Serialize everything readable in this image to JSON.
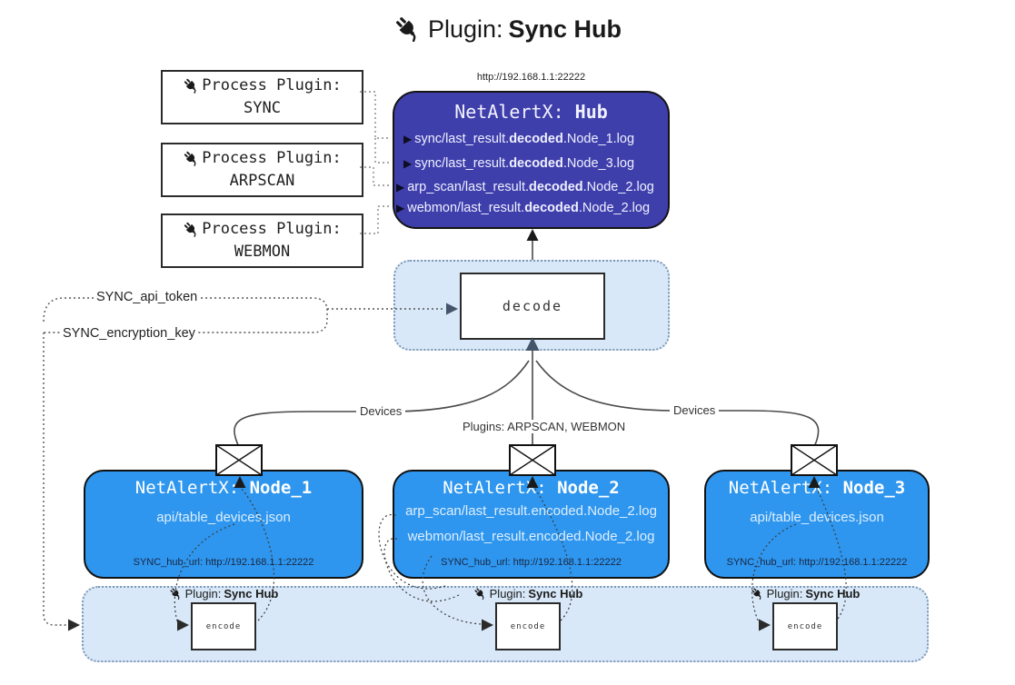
{
  "title": {
    "label": "Plugin:",
    "bold": "Sync Hub"
  },
  "hub": {
    "url": "http://192.168.1.1:22222",
    "name_prefix": "NetAlertX:",
    "name_bold": "Hub",
    "entry_arrow": "▶",
    "entries": [
      {
        "pre": "sync/last_result.",
        "bold": "decoded",
        "post": ".Node_1.log"
      },
      {
        "pre": "sync/last_result.",
        "bold": "decoded",
        "post": ".Node_3.log"
      },
      {
        "pre": "arp_scan/last_result.",
        "bold": "decoded",
        "post": ".Node_2.log"
      },
      {
        "pre": "webmon/last_result.",
        "bold": "decoded",
        "post": ".Node_2.log"
      }
    ]
  },
  "process_plugins": [
    {
      "label": "Process Plugin:",
      "name": "SYNC"
    },
    {
      "label": "Process Plugin:",
      "name": "ARPSCAN"
    },
    {
      "label": "Process Plugin:",
      "name": "WEBMON"
    }
  ],
  "decode": {
    "label": "decode"
  },
  "config": {
    "api_token": "SYNC_api_token",
    "encryption_key": "SYNC_encryption_key"
  },
  "edges": {
    "devices_left": "Devices",
    "plugins_center": "Plugins: ARPSCAN, WEBMON",
    "devices_right": "Devices"
  },
  "nodes": [
    {
      "name_prefix": "NetAlertX:",
      "name_bold": "Node_1",
      "files": [
        "api/table_devices.json"
      ],
      "hub_url": "SYNC_hub_url: http://192.168.1.1:22222"
    },
    {
      "name_prefix": "NetAlertX:",
      "name_bold": "Node_2",
      "files": [
        "arp_scan/last_result.encoded.Node_2.log",
        "webmon/last_result.encoded.Node_2.log"
      ],
      "hub_url": "SYNC_hub_url: http://192.168.1.1:22222"
    },
    {
      "name_prefix": "NetAlertX:",
      "name_bold": "Node_3",
      "files": [
        "api/table_devices.json"
      ],
      "hub_url": "SYNC_hub_url: http://192.168.1.1:22222"
    }
  ],
  "encoders": [
    {
      "label": "Plugin:",
      "label_bold": "Sync Hub",
      "box_label": "encode"
    },
    {
      "label": "Plugin:",
      "label_bold": "Sync Hub",
      "box_label": "encode"
    },
    {
      "label": "Plugin:",
      "label_bold": "Sync Hub",
      "box_label": "encode"
    }
  ],
  "colors": {
    "hub_bg": "#3f3fab",
    "node_bg": "#2e96ee",
    "panel_bg": "#d8e8f8",
    "panel_border": "#7f98b5",
    "slate_arrow": "#44546a"
  }
}
